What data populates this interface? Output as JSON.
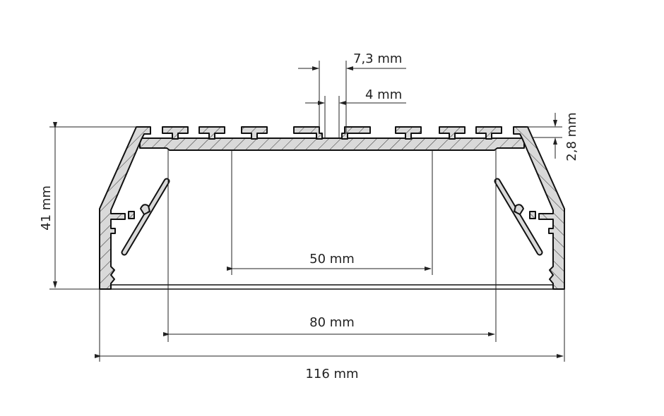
{
  "drawing": {
    "title": "Aluminium profile cross-section",
    "dimensions": {
      "height": "41 mm",
      "total_width": "116 mm",
      "inner_width": "80 mm",
      "center_width": "50 mm",
      "fin_pitch": "7,3 mm",
      "fin_gap": "4 mm",
      "fin_height": "2,8 mm"
    },
    "colors": {
      "profile_fill": "#d9d9d9",
      "line": "#222222"
    }
  }
}
